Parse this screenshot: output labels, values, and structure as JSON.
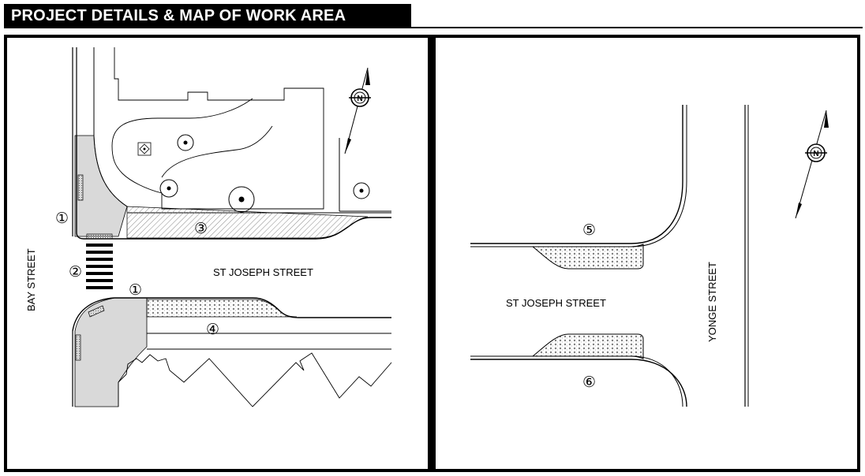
{
  "title": "PROJECT DETAILS & MAP OF WORK AREA",
  "left_map": {
    "streets": {
      "bay": "BAY STREET",
      "st_joseph": "ST JOSEPH STREET"
    },
    "markers": {
      "one_top": "①",
      "two": "②",
      "one_bottom": "①",
      "three": "③",
      "four": "④"
    },
    "north_arrow": "north-arrow-icon"
  },
  "right_map": {
    "streets": {
      "st_joseph": "ST JOSEPH STREET",
      "yonge": "YONGE STREET"
    },
    "markers": {
      "five": "⑤",
      "six": "⑥"
    },
    "north_arrow": "north-arrow-icon"
  },
  "colors": {
    "ink": "#000000",
    "sidewalk_fill": "#d9d9d9",
    "background": "#ffffff"
  }
}
